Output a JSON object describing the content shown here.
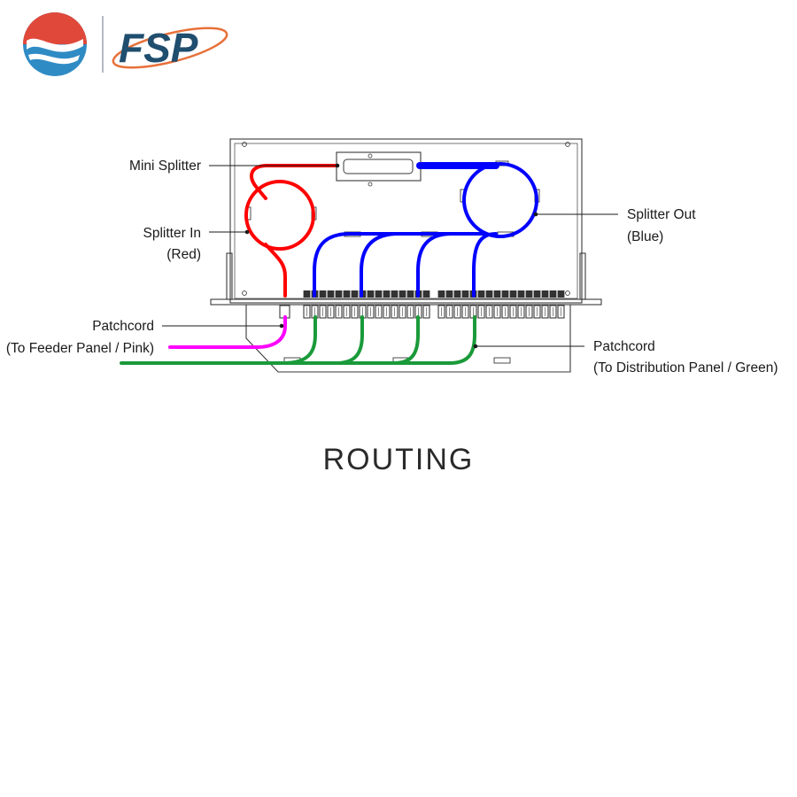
{
  "logo": {
    "text": "FSP",
    "colors": {
      "navy": "#1f4e6e",
      "orange": "#e8713a",
      "red": "#e0483a",
      "blue": "#2f8bc4"
    }
  },
  "labels": {
    "mini_splitter": "Mini Splitter",
    "splitter_in": "Splitter In",
    "splitter_in_color": "(Red)",
    "splitter_out": "Splitter Out",
    "splitter_out_color": "(Blue)",
    "patchcord_feeder": "Patchcord",
    "patchcord_feeder_note": "(To Feeder Panel / Pink)",
    "patchcord_dist": "Patchcord",
    "patchcord_dist_note": "(To Distribution Panel / Green)"
  },
  "title": "ROUTING",
  "colors": {
    "splitter_in": "#ff0000",
    "splitter_out": "#0000ff",
    "patch_feeder": "#ff00ff",
    "patch_dist": "#1a9a3a",
    "outline": "#3a3a3a"
  }
}
